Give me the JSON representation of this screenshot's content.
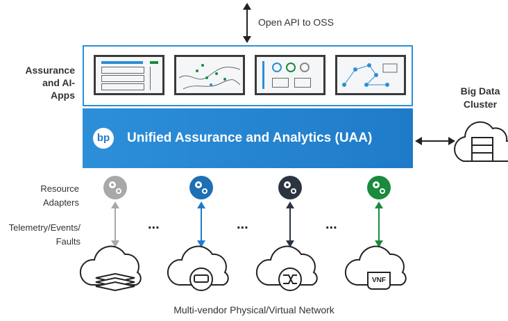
{
  "top_api_label": "Open API to OSS",
  "apps_label_line1": "Assurance",
  "apps_label_line2": "and AI-Apps",
  "uaa": {
    "badge": "bp",
    "title": "Unified Assurance and Analytics (UAA)"
  },
  "big_data_line1": "Big Data",
  "big_data_line2": "Cluster",
  "resource_adapters_line1": "Resource",
  "resource_adapters_line2": "Adapters",
  "telemetry_line1": "Telemetry/Events/",
  "telemetry_line2": "Faults",
  "ellipsis": "...",
  "vnf_label": "VNF",
  "footer": "Multi-vendor Physical/Virtual Network",
  "colors": {
    "accent_blue": "#2c8fd6",
    "dark": "#2b3440",
    "green": "#1a8a3e",
    "gray": "#a8a8a8"
  }
}
